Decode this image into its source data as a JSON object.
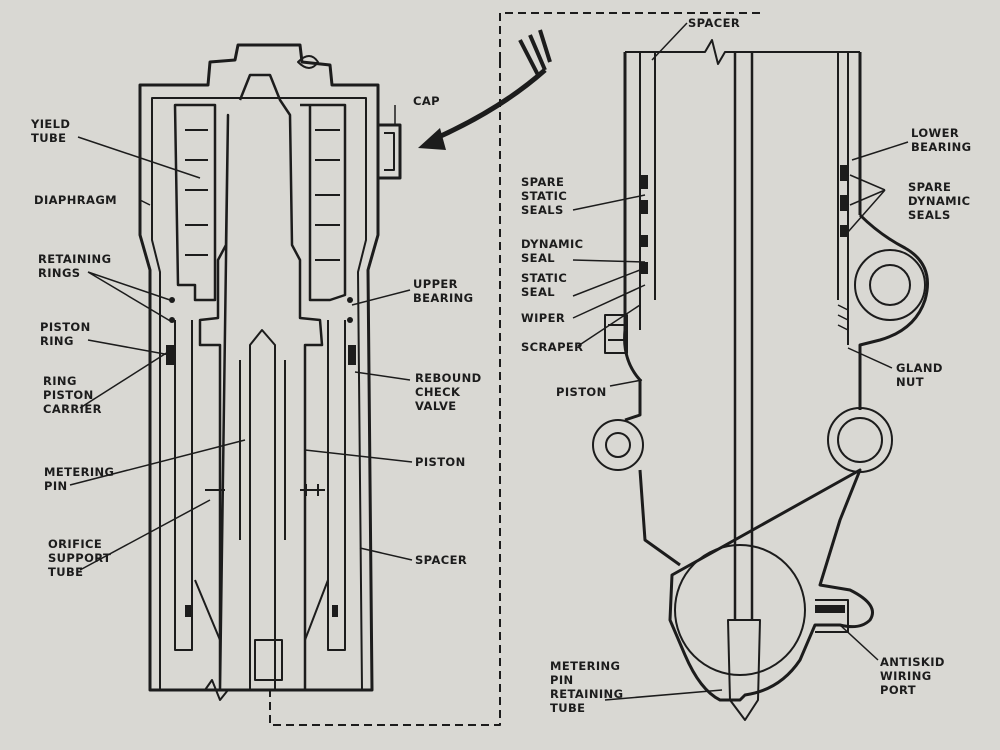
{
  "left_labels": {
    "yield_tube": [
      "YIELD",
      "TUBE"
    ],
    "diaphragm": [
      "DIAPHRAGM"
    ],
    "retaining_rings": [
      "RETAINING",
      "RINGS"
    ],
    "piston_ring": [
      "PISTON",
      "RING"
    ],
    "ring_piston_carrier": [
      "RING",
      "PISTON",
      "CARRIER"
    ],
    "metering_pin": [
      "METERING",
      "PIN"
    ],
    "orifice_support_tube": [
      "ORIFICE",
      "SUPPORT",
      "TUBE"
    ],
    "cap": [
      "CAP"
    ],
    "upper_bearing": [
      "UPPER",
      "BEARING"
    ],
    "rebound_check_valve": [
      "REBOUND",
      "CHECK",
      "VALVE"
    ],
    "piston": [
      "PISTON"
    ],
    "spacer": [
      "SPACER"
    ]
  },
  "right_labels": {
    "spacer": [
      "SPACER"
    ],
    "spare_static_seals": [
      "SPARE",
      "STATIC",
      "SEALS"
    ],
    "dynamic_seal": [
      "DYNAMIC",
      "SEAL"
    ],
    "static_seal": [
      "STATIC",
      "SEAL"
    ],
    "wiper": [
      "WIPER"
    ],
    "scraper": [
      "SCRAPER"
    ],
    "piston": [
      "PISTON"
    ],
    "metering_pin_retaining_tube": [
      "METERING",
      "PIN",
      "RETAINING",
      "TUBE"
    ],
    "lower_bearing": [
      "LOWER",
      "BEARING"
    ],
    "spare_dynamic_seals": [
      "SPARE",
      "DYNAMIC",
      "SEALS"
    ],
    "gland_nut": [
      "GLAND",
      "NUT"
    ],
    "antiskid_wiring_port": [
      "ANTISKID",
      "WIRING",
      "PORT"
    ]
  },
  "colors": {
    "paper": "#d9d8d3",
    "ink": "#1c1c1c"
  }
}
